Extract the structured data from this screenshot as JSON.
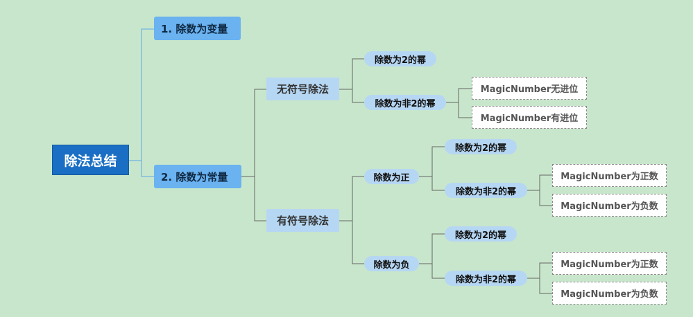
{
  "root": {
    "label": "除法总结"
  },
  "branch_variable": {
    "label": "1. 除数为变量"
  },
  "branch_constant": {
    "label": "2. 除数为常量"
  },
  "unsigned": {
    "label": "无符号除法",
    "pow2": "除数为2的幂",
    "non_pow2": "除数为非2的幂",
    "magic_no_carry": "MagicNumber无进位",
    "magic_carry": "MagicNumber有进位"
  },
  "signed": {
    "label": "有符号除法",
    "positive": {
      "label": "除数为正",
      "pow2": "除数为2的幂",
      "non_pow2": "除数为非2的幂",
      "magic_positive": "MagicNumber为正数",
      "magic_negative": "MagicNumber为负数"
    },
    "negative": {
      "label": "除数为负",
      "pow2": "除数为2的幂",
      "non_pow2": "除数为非2的幂",
      "magic_positive": "MagicNumber为正数",
      "magic_negative": "MagicNumber为负数"
    }
  },
  "colors": {
    "background": "#c8e6cb",
    "root_fill": "#1a6fc4",
    "level1_fill": "#6ab2f0",
    "level2_fill": "#b6d7f3",
    "connector_blue": "#5ba8e8",
    "connector_gray": "#666666"
  }
}
